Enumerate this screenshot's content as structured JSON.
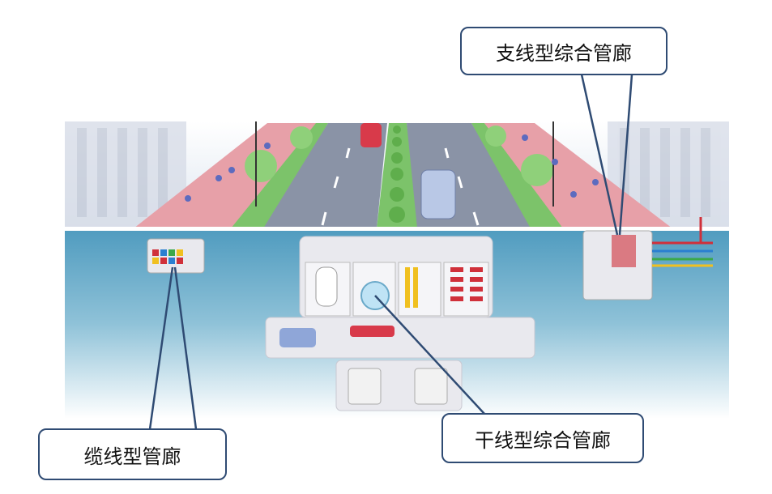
{
  "labels": {
    "branch": "支线型综合管廊",
    "trunk": "干线型综合管廊",
    "cable": "缆线型管廊"
  },
  "colors": {
    "callout_border": "#2f4b73",
    "sky": "#e8eef6",
    "ground": "#6aa9c9",
    "road": "#8a93a6",
    "sidewalk": "#e7a0a8",
    "grass": "#7cc36a"
  }
}
